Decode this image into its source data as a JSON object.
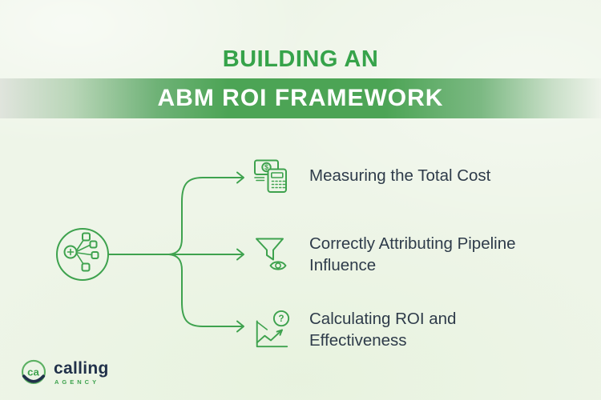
{
  "colors": {
    "background": "#eef5e8",
    "accent_green": "#3ea24e",
    "title_green": "#36a34a",
    "banner_green": "#4ca455",
    "text_dark": "#2e3b4a",
    "logo_navy": "#20304a"
  },
  "header": {
    "kicker": "BUILDING AN",
    "banner_title": "ABM ROI FRAMEWORK"
  },
  "diagram": {
    "hub_icon": "abm-network-hub-icon",
    "items": [
      {
        "icon": "money-calculator-icon",
        "line1": "Measuring the Total Cost",
        "line2": ""
      },
      {
        "icon": "funnel-eye-icon",
        "line1": "Correctly Attributing Pipeline",
        "line2": "Influence"
      },
      {
        "icon": "chart-question-icon",
        "line1": "Calculating ROI and",
        "line2": "Effectiveness"
      }
    ],
    "glyphs": {
      "currency": "$",
      "question": "?"
    }
  },
  "logo": {
    "monogram": "ca",
    "name": "calling",
    "subtext": "AGENCY"
  }
}
